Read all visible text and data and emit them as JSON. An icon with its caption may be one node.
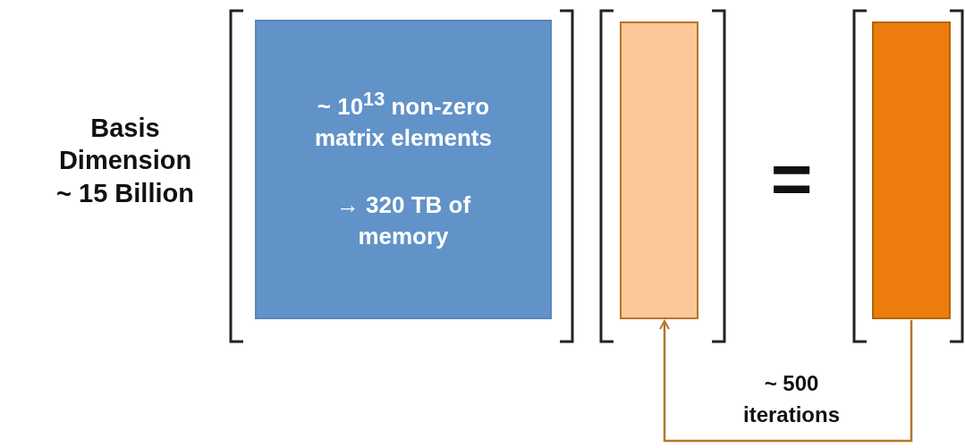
{
  "diagram": {
    "nodes": [
      {
        "text": [
          "~ 10$^{13}$ non-zero matrix elements",
          "→ 320 TB of memory"
        ]
      },
      {
        "text": [],
        "shape": "box"
      },
      {
        "text": [],
        "shape": "box"
      }
    ],
    "edges": [
      {
        "from": 2,
        "to": 1,
        "arrow": "to",
        "label": "~ 500 iterations",
        "color": "#b5762a"
      }
    ],
    "labels": [
      "Basis Dimension ~ 15 Billion",
      "="
    ]
  }
}
